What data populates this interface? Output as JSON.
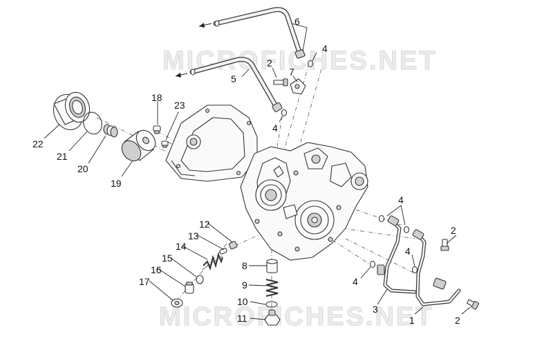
{
  "watermark": {
    "top_text": "MICROFICHES.NET",
    "bottom_text": "MICROFICHES.NET"
  },
  "callouts": {
    "c1": "1",
    "c2a": "2",
    "c2b": "2",
    "c2c": "2",
    "c3": "3",
    "c4a": "4",
    "c4b": "4",
    "c4c": "4",
    "c4d": "4",
    "c4e": "4",
    "c5": "5",
    "c6": "6",
    "c7": "7",
    "c8": "8",
    "c9": "9",
    "c10": "10",
    "c11": "11",
    "c12": "12",
    "c13": "13",
    "c14": "14",
    "c15": "15",
    "c16": "16",
    "c17": "17",
    "c18": "18",
    "c19": "19",
    "c20": "20",
    "c21": "21",
    "c22": "22",
    "c23": "23"
  }
}
